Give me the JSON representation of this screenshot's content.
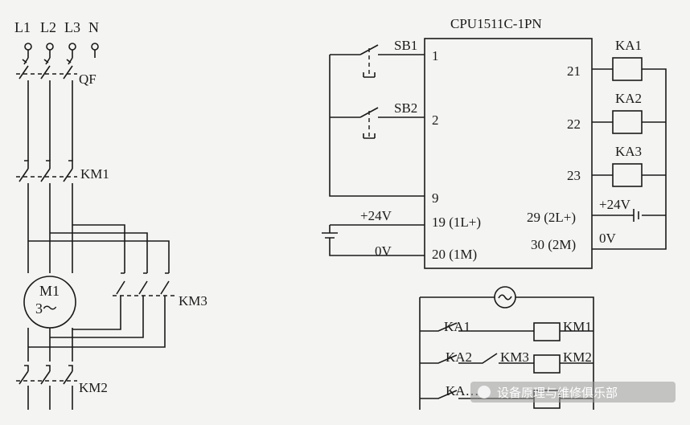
{
  "power": {
    "phases": [
      "L1",
      "L2",
      "L3",
      "N"
    ],
    "breaker": "QF",
    "contactors": {
      "km1": "KM1",
      "km2": "KM2",
      "km3": "KM3"
    },
    "motor": {
      "name": "M1",
      "phase": "3～"
    }
  },
  "plc": {
    "title": "CPU1511C-1PN",
    "inputs": {
      "sb1": "SB1",
      "sb2": "SB2",
      "t1": "1",
      "t2": "2",
      "t9": "9"
    },
    "supply": {
      "plus": "+24V",
      "zero": "0V",
      "t19": "19 (1L+)",
      "t20": "20 (1M)"
    },
    "outputs": {
      "t21": "21",
      "t22": "22",
      "t23": "23",
      "t29": "29 (2L+)",
      "t30": "30 (2M)"
    },
    "relays": [
      "KA1",
      "KA2",
      "KA3"
    ],
    "out_supply": {
      "plus": "+24V",
      "zero": "0V"
    }
  },
  "control": {
    "row1": {
      "relay": "KA1",
      "coil": "KM1"
    },
    "row2": {
      "relay": "KA2",
      "interlock": "KM3",
      "coil": "KM2"
    },
    "row3": {
      "relay": "KA…"
    }
  },
  "watermark": "设备原理与维修俱乐部"
}
